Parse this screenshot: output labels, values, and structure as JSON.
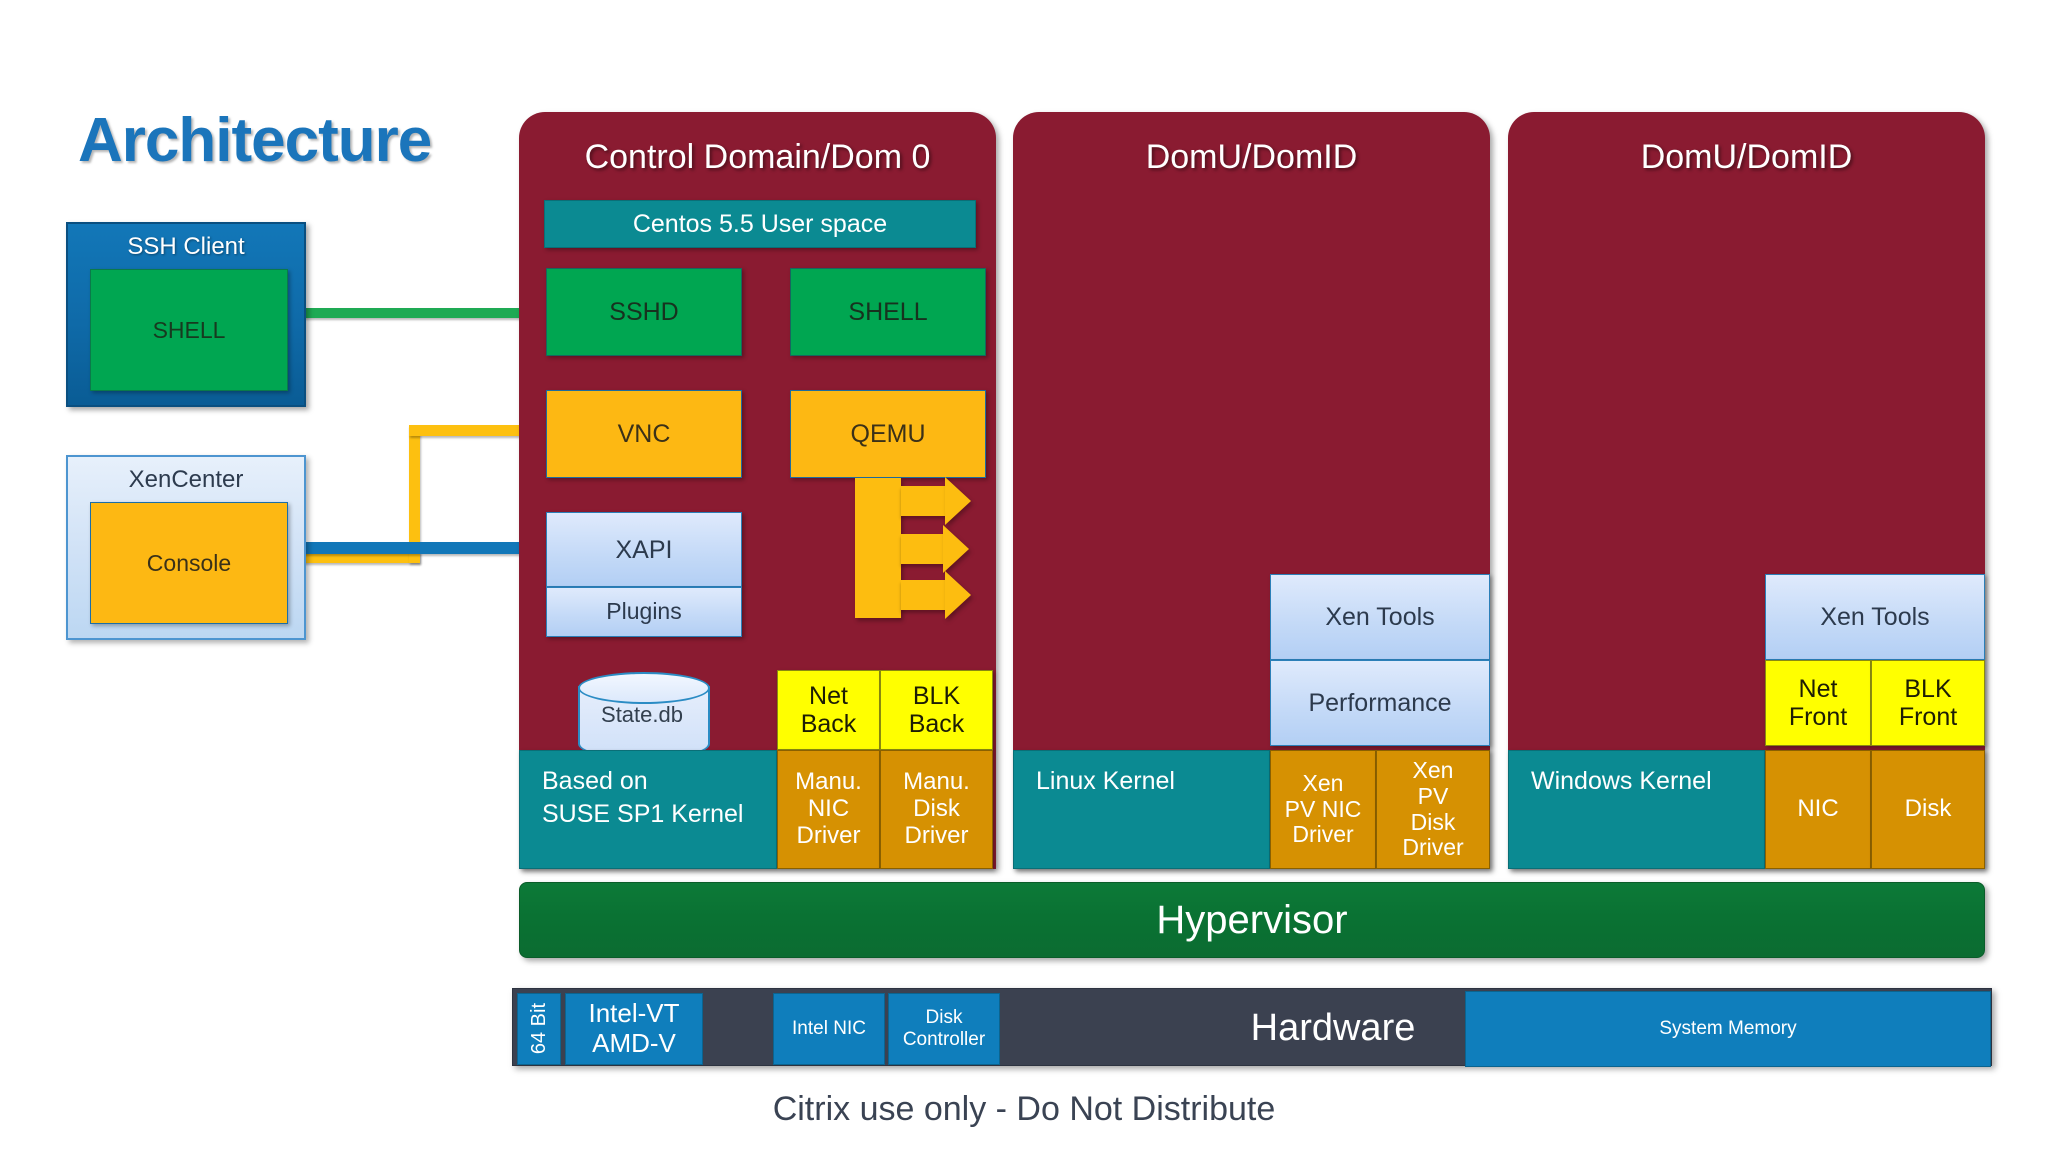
{
  "title": "Architecture",
  "footer": "Citrix use only - Do Not Distribute",
  "colors": {
    "title_blue": "#1b75bb",
    "domain_maroon": "#8a1b31",
    "teal": "#0b8a92",
    "green": "#00a651",
    "amber": "#fdb813",
    "light_blue": "#c3d9f7",
    "yellow": "#ffff00",
    "ochre": "#d69102",
    "hypervisor_green": "#0a7233",
    "hardware_slate": "#3b4150",
    "hardware_blue": "#0f7ebc"
  },
  "clients": {
    "ssh_client": {
      "title": "SSH Client",
      "inner": "SHELL"
    },
    "xencenter": {
      "title": "XenCenter",
      "inner": "Console"
    }
  },
  "control_domain": {
    "title": "Control Domain/Dom 0",
    "userspace": "Centos 5.5 User space",
    "sshd": "SSHD",
    "shell": "SHELL",
    "vnc": "VNC",
    "qemu": "QEMU",
    "xapi": "XAPI",
    "plugins": "Plugins",
    "statedb": "State.db",
    "net_back": "Net\nBack",
    "net_back_l1": "Net",
    "net_back_l2": "Back",
    "blk_back_l1": "BLK",
    "blk_back_l2": "Back",
    "kernel_l1": "Based on",
    "kernel_l2": "SUSE SP1 Kernel",
    "manu_nic_l1": "Manu.",
    "manu_nic_l2": "NIC",
    "manu_nic_l3": "Driver",
    "manu_disk_l1": "Manu.",
    "manu_disk_l2": "Disk",
    "manu_disk_l3": "Driver"
  },
  "domu_linux": {
    "title": "DomU/DomID",
    "xen_tools": "Xen Tools",
    "performance": "Performance",
    "kernel": "Linux Kernel",
    "pv_nic_l1": "Xen",
    "pv_nic_l2": "PV NIC",
    "pv_nic_l3": "Driver",
    "pv_disk_l1": "Xen",
    "pv_disk_l2": "PV",
    "pv_disk_l3": "Disk",
    "pv_disk_l4": "Driver"
  },
  "domu_windows": {
    "title": "DomU/DomID",
    "xen_tools": "Xen Tools",
    "net_front_l1": "Net",
    "net_front_l2": "Front",
    "blk_front_l1": "BLK",
    "blk_front_l2": "Front",
    "kernel": "Windows Kernel",
    "nic": "NIC",
    "disk": "Disk"
  },
  "hypervisor": {
    "label": "Hypervisor"
  },
  "hardware": {
    "label": "Hardware",
    "bit64_l1": "64",
    "bit64_l2": "Bit",
    "virt_l1": "Intel-VT",
    "virt_l2": "AMD-V",
    "intel_nic": "Intel NIC",
    "disk_controller_l1": "Disk",
    "disk_controller_l2": "Controller",
    "system_memory": "System Memory"
  }
}
